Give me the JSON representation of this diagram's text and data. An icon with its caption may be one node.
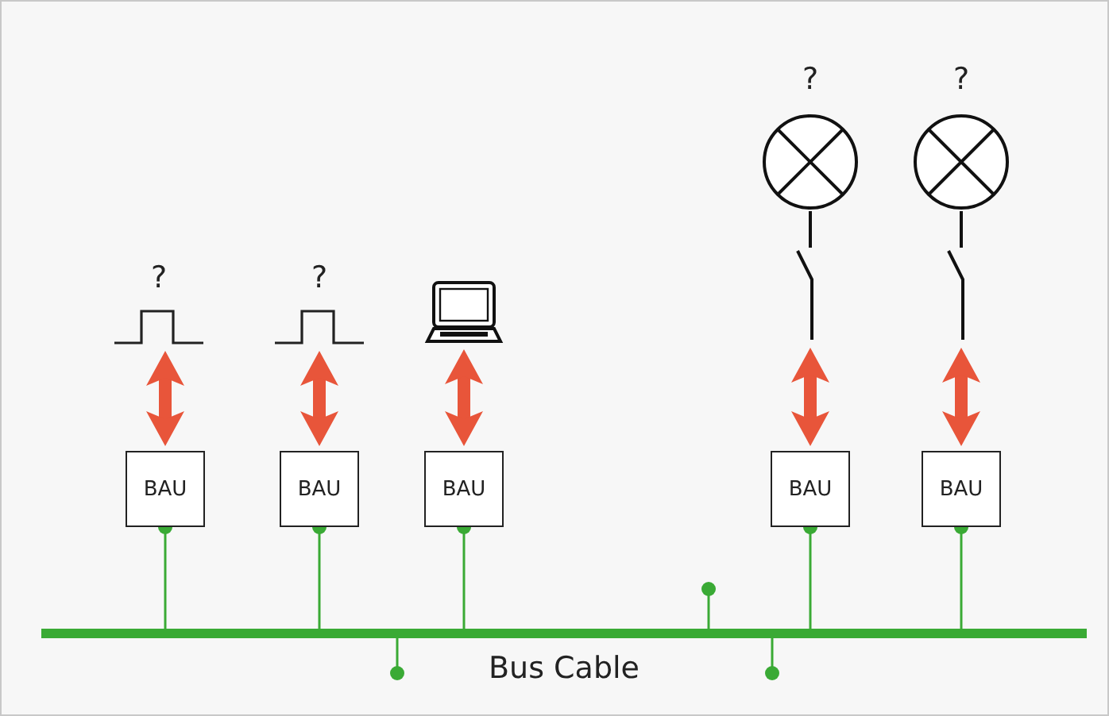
{
  "diagram": {
    "nodes": [
      {
        "text": [
          "Bus Cable"
        ]
      },
      {
        "text": [
          "BAU"
        ]
      },
      {
        "text": [
          "BAU"
        ]
      },
      {
        "text": [
          "BAU"
        ]
      },
      {
        "text": [
          "BAU"
        ]
      },
      {
        "text": [
          "BAU"
        ]
      },
      {
        "text": [],
        "shape": "pulse",
        "beside": [
          "?"
        ]
      },
      {
        "text": [],
        "shape": "pulse",
        "beside": [
          "?"
        ]
      },
      {
        "text": [],
        "shape": "laptop"
      },
      {
        "text": [],
        "shape": "lamp",
        "beside": [
          "?"
        ]
      },
      {
        "text": [],
        "shape": "lamp",
        "beside": [
          "?"
        ]
      },
      {
        "text": [],
        "shape": "switch"
      },
      {
        "text": [],
        "shape": "switch"
      }
    ],
    "edges": [
      {
        "from": 0,
        "to": 1,
        "arrow": "other",
        "color": "#3aaa35"
      },
      {
        "from": 0,
        "to": 2,
        "arrow": "other",
        "color": "#3aaa35"
      },
      {
        "from": 0,
        "to": 3,
        "arrow": "other",
        "color": "#3aaa35"
      },
      {
        "from": 0,
        "to": 4,
        "arrow": "other",
        "color": "#3aaa35"
      },
      {
        "from": 0,
        "to": 5,
        "arrow": "other",
        "color": "#3aaa35"
      },
      {
        "from": 0,
        "to": null,
        "arrow": "other",
        "color": "#3aaa35"
      },
      {
        "from": 0,
        "to": null,
        "arrow": "other",
        "color": "#3aaa35"
      },
      {
        "from": 0,
        "to": null,
        "arrow": "other",
        "color": "#3aaa35"
      },
      {
        "from": 1,
        "to": 6,
        "arrow": "both",
        "style": "thick",
        "color": "#e8553a"
      },
      {
        "from": 2,
        "to": 7,
        "arrow": "both",
        "style": "thick",
        "color": "#e8553a"
      },
      {
        "from": 3,
        "to": 8,
        "arrow": "both",
        "style": "thick",
        "color": "#e8553a"
      },
      {
        "from": 4,
        "to": 11,
        "arrow": "both",
        "style": "thick",
        "color": "#e8553a"
      },
      {
        "from": 5,
        "to": 12,
        "arrow": "both",
        "style": "thick",
        "color": "#e8553a"
      },
      {
        "from": 9,
        "to": 11,
        "arrow": "none",
        "color": "#111111"
      },
      {
        "from": 10,
        "to": 12,
        "arrow": "none",
        "color": "#111111"
      }
    ]
  }
}
